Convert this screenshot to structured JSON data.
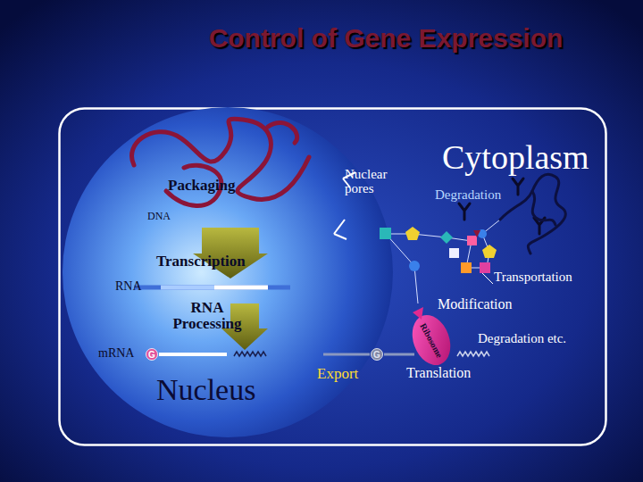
{
  "diagram": {
    "title": "Control of Gene Expression",
    "nodes": [
      {
        "text": [
          "Cytoplasm"
        ]
      },
      {
        "text": [
          "Nucleus"
        ],
        "in": 0
      },
      {
        "text": [
          "G"
        ],
        "in": 1
      },
      {
        "text": [
          "Ribosome"
        ],
        "in": 0
      },
      {
        "text": [
          "G"
        ],
        "in": 0
      }
    ],
    "labels": [
      "Packaging",
      "DNA",
      "Transcription",
      "RNA",
      "RNA Processing",
      "mRNA",
      "Nuclear pores",
      "Degradation",
      "Transportation",
      "Modification",
      "Degradation etc.",
      "Export",
      "Translation"
    ]
  }
}
